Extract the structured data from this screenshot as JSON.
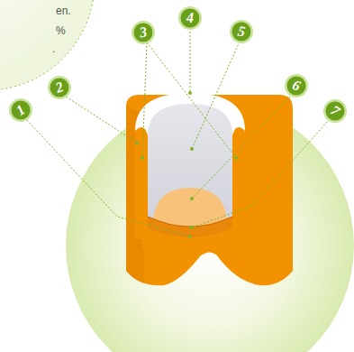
{
  "diagram": {
    "labels": [
      "en.",
      "%",
      ".",
      "1",
      "2",
      "3",
      "4",
      "5",
      "6",
      "7"
    ]
  }
}
